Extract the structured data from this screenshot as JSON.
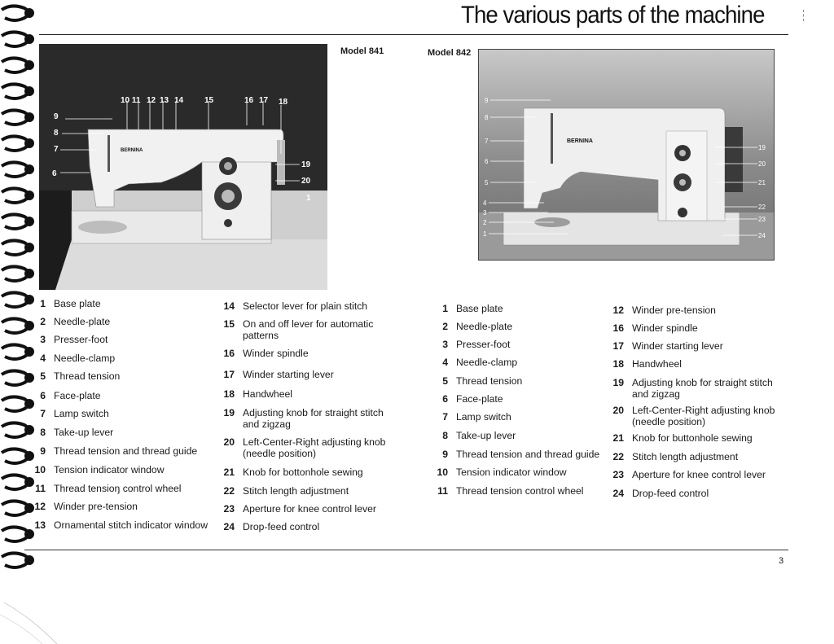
{
  "page": {
    "title": "The various parts of the machine",
    "number": "3"
  },
  "model_841": {
    "label": "Model 841",
    "brand": "BERNINA",
    "callouts": [
      "10 11",
      "12",
      "13",
      "14",
      "15",
      "16",
      "17",
      "18",
      "9",
      "8",
      "7",
      "6",
      "19",
      "20",
      "1"
    ],
    "parts_left": [
      {
        "num": "1",
        "label": "Base plate"
      },
      {
        "num": "2",
        "label": "Needle-plate"
      },
      {
        "num": "3",
        "label": "Presser-foot"
      },
      {
        "num": "4",
        "label": "Needle-clamp"
      },
      {
        "num": "5",
        "label": "Thread tension"
      },
      {
        "num": "6",
        "label": "Face-plate"
      },
      {
        "num": "7",
        "label": "Lamp switch"
      },
      {
        "num": "8",
        "label": "Take-up lever"
      },
      {
        "num": "9",
        "label": "Thread tension and thread guide"
      },
      {
        "num": "10",
        "label": "Tension indicator window"
      },
      {
        "num": "11",
        "label": "Thread tensioŋ control wheel"
      },
      {
        "num": "12",
        "label": "Winder pre-tension"
      },
      {
        "num": "13",
        "label": "Ornamental stitch indicator window"
      }
    ],
    "parts_right": [
      {
        "num": "14",
        "label": "Selector lever for plain stitch"
      },
      {
        "num": "15",
        "label": "On and off lever for automatic\npatterns"
      },
      {
        "num": "16",
        "label": "Winder spindle"
      },
      {
        "num": "17",
        "label": "Winder starting lever"
      },
      {
        "num": "18",
        "label": "Handwheel"
      },
      {
        "num": "19",
        "label": "Adjusting knob for straight stitch\nand zigzag"
      },
      {
        "num": "20",
        "label": "Left-Center-Right adjusting knob\n(needle position)"
      },
      {
        "num": "21",
        "label": "Knob for bottonhole sewing"
      },
      {
        "num": "22",
        "label": "Stitch length adjustment"
      },
      {
        "num": "23",
        "label": "Aperture for knee control lever"
      },
      {
        "num": "24",
        "label": "Drop-feed control"
      }
    ]
  },
  "model_842": {
    "label": "Model 842",
    "brand": "BERNINA",
    "callouts": [
      "9",
      "8",
      "7",
      "6",
      "5",
      "4",
      "3",
      "2",
      "1",
      "19",
      "20",
      "21",
      "22",
      "23",
      "24"
    ],
    "parts_left": [
      {
        "num": "1",
        "label": "Base plate"
      },
      {
        "num": "2",
        "label": "Needle-plate"
      },
      {
        "num": "3",
        "label": "Presser-foot"
      },
      {
        "num": "4",
        "label": "Needle-clamp"
      },
      {
        "num": "5",
        "label": "Thread tension"
      },
      {
        "num": "6",
        "label": "Face-plate"
      },
      {
        "num": "7",
        "label": "Lamp switch"
      },
      {
        "num": "8",
        "label": "Take-up lever"
      },
      {
        "num": "9",
        "label": "Thread tension and thread guide"
      },
      {
        "num": "10",
        "label": "Tension indicator window"
      },
      {
        "num": "11",
        "label": "Thread tension control wheel"
      }
    ],
    "parts_right": [
      {
        "num": "12",
        "label": "Winder pre-tension"
      },
      {
        "num": "16",
        "label": "Winder spindle"
      },
      {
        "num": "17",
        "label": "Winder starting lever"
      },
      {
        "num": "18",
        "label": "Handwheel"
      },
      {
        "num": "19",
        "label": "Adjusting knob for straight stitch\nand zigzag"
      },
      {
        "num": "20",
        "label": "Left-Center-Right adjusting knob\n(needle position)"
      },
      {
        "num": "21",
        "label": "Knob for buttonhole sewing"
      },
      {
        "num": "22",
        "label": "Stitch length adjustment"
      },
      {
        "num": "23",
        "label": "Aperture for knee control lever"
      },
      {
        "num": "24",
        "label": "Drop-feed control"
      }
    ]
  }
}
